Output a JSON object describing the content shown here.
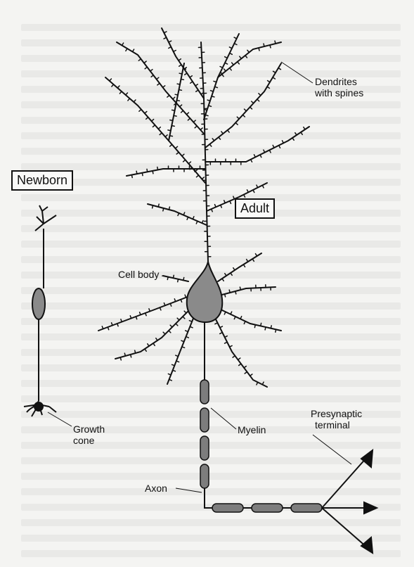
{
  "labels": {
    "dendrites_line1": "Dendrites",
    "dendrites_line2": "with spines",
    "newborn": "Newborn",
    "adult": "Adult",
    "cell_body": "Cell body",
    "growth_cone_line1": "Growth",
    "growth_cone_line2": "cone",
    "myelin": "Myelin",
    "presynaptic_line1": "Presynaptic",
    "presynaptic_line2": "terminal",
    "axon": "Axon"
  },
  "colors": {
    "ink": "#111111",
    "soma_gray": "#8a8a8a",
    "myelin_gray": "#7d7d7d",
    "background_page": "#f4f4f2",
    "faded_text": "#e6e6e4"
  }
}
